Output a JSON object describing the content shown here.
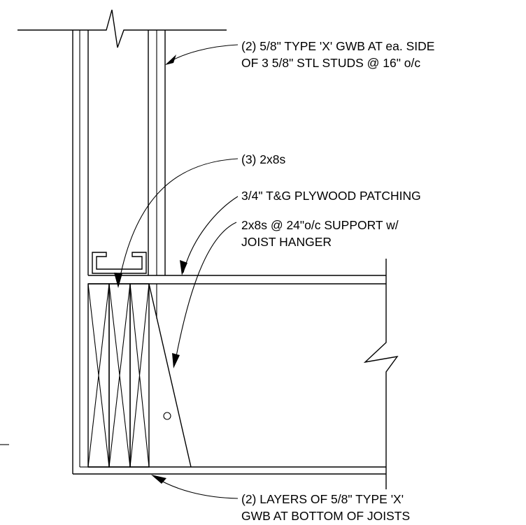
{
  "notes": {
    "wall_gwb": {
      "line1": "(2) 5/8\" TYPE 'X' GWB AT ea. SIDE",
      "line2": "OF 3 5/8\" STL STUDS @ 16\" o/c"
    },
    "blocking": {
      "line1": "(3) 2x8s"
    },
    "plywood": {
      "line1": "3/4\" T&G PLYWOOD PATCHING"
    },
    "support": {
      "line1": "2x8s @ 24\"o/c SUPPORT w/",
      "line2": "JOIST HANGER"
    },
    "ceiling_gwb": {
      "line1": "(2) LAYERS OF 5/8\" TYPE 'X'",
      "line2": "GWB AT BOTTOM OF JOISTS"
    }
  }
}
